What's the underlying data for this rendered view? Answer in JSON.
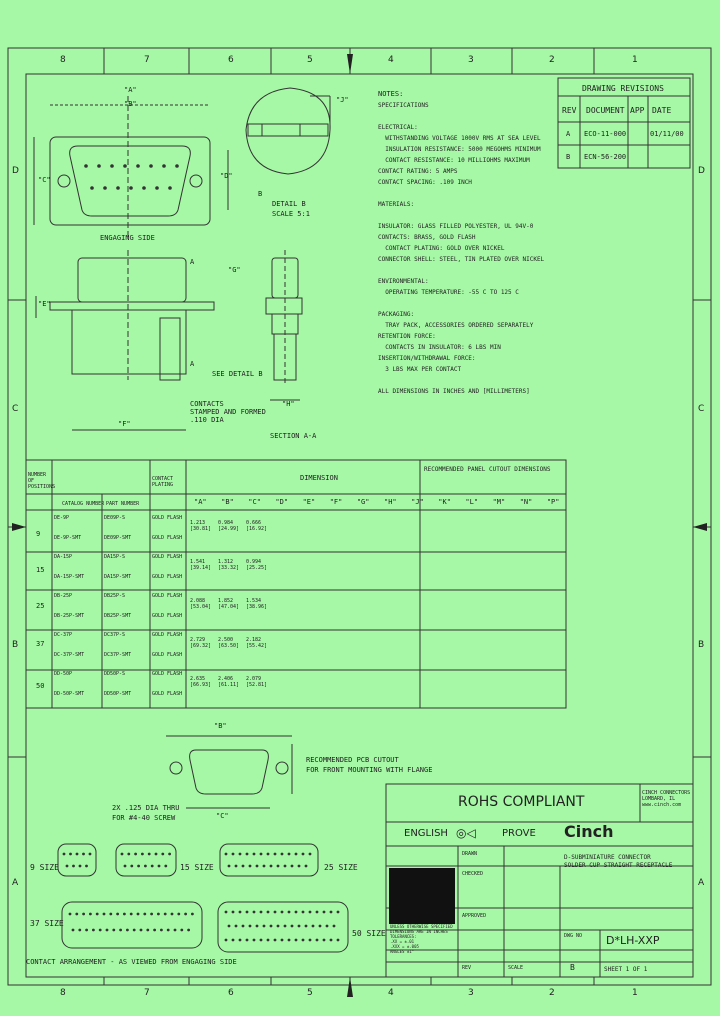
{
  "zones": {
    "columns": [
      "8",
      "7",
      "6",
      "5",
      "4",
      "3",
      "2",
      "1"
    ],
    "rows": [
      "D",
      "C",
      "B",
      "A"
    ]
  },
  "revisions": {
    "title": "DRAWING REVISIONS",
    "headers": [
      "REV",
      "DOCUMENT",
      "APP",
      "DATE"
    ],
    "rows": [
      [
        "A",
        "ECO-11-000",
        "",
        "01/11/00"
      ],
      [
        "B",
        "ECN-56-200",
        "",
        ""
      ]
    ]
  },
  "notes": {
    "title": "NOTES:",
    "lines": [
      "SPECIFICATIONS",
      "",
      "ELECTRICAL:",
      "  WITHSTANDING VOLTAGE 1000V RMS AT SEA LEVEL",
      "  INSULATION RESISTANCE: 5000 MEGOHMS MINIMUM",
      "  CONTACT RESISTANCE: 10 MILLIOHMS MAXIMUM",
      "CONTACT RATING: 5 AMPS",
      "CONTACT SPACING: .109 INCH",
      "",
      "MATERIALS:",
      "",
      "INSULATOR: GLASS FILLED POLYESTER, UL 94V-0",
      "CONTACTS: BRASS, GOLD FLASH",
      "  CONTACT PLATING: GOLD OVER NICKEL",
      "CONNECTOR SHELL: STEEL, TIN PLATED OVER NICKEL",
      "",
      "ENVIRONMENTAL:",
      "  OPERATING TEMPERATURE: -55 C TO 125 C",
      "",
      "PACKAGING:",
      "  TRAY PACK, ACCESSORIES ORDERED SEPARATELY",
      "RETENTION FORCE:",
      "  CONTACTS IN INSULATOR: 6 LBS MIN",
      "INSERTION/WITHDRAWAL FORCE:",
      "  3 LBS MAX PER CONTACT",
      "",
      "ALL DIMENSIONS IN INCHES AND [MILLIMETERS]"
    ]
  },
  "views": {
    "engaging_side": "ENGAGING SIDE",
    "detail_b": "DETAIL B",
    "detail_b_scale": "SCALE 5:1",
    "see_detail_b": "SEE DETAIL B",
    "section_aa": "SECTION A-A",
    "contacts_note": "CONTACTS\nSTAMPED AND FORMED\n.110 DIA",
    "dim_labels": [
      "\"A\"",
      "\"B\"",
      "\"C\"",
      "\"D\"",
      "\"E\"",
      "\"F\"",
      "\"G\"",
      "\"H\"",
      "\"J\""
    ],
    "section_letters": [
      "A",
      "A",
      "B"
    ]
  },
  "table": {
    "head_cols": [
      "NUMBER OF POSITIONS",
      "CATALOG NUMBER",
      "PART NUMBER",
      "CONTACT PLATING",
      "DIMENSION",
      "RECOMMENDED PANEL CUTOUT DIMENSIONS"
    ],
    "dim_headers": [
      "A",
      "B",
      "C",
      "D",
      "E",
      "F",
      "G",
      "H",
      "J",
      "K",
      "L",
      "M",
      "N",
      "P"
    ],
    "positions": [
      "9",
      "15",
      "25",
      "37",
      "50"
    ],
    "rows": [
      [
        "DE-9P",
        "DE09P-S",
        "GOLD FLASH"
      ],
      [
        "DE-9P-SMT",
        "DE09P-SMT",
        "GOLD FLASH"
      ],
      [
        "DA-15P",
        "DA15P-S",
        "GOLD FLASH"
      ],
      [
        "DA-15P-SMT",
        "DA15P-SMT",
        "GOLD FLASH"
      ],
      [
        "DB-25P",
        "DB25P-S",
        "GOLD FLASH"
      ],
      [
        "DB-25P-SMT",
        "DB25P-SMT",
        "GOLD FLASH"
      ],
      [
        "DC-37P",
        "DC37P-S",
        "GOLD FLASH"
      ],
      [
        "DC-37P-SMT",
        "DC37P-SMT",
        "GOLD FLASH"
      ],
      [
        "DD-50P",
        "DD50P-S",
        "GOLD FLASH"
      ],
      [
        "DD-50P-SMT",
        "DD50P-SMT",
        "GOLD FLASH"
      ]
    ],
    "dim_values": [
      [
        "1.213\n[30.81]",
        "0.984\n[24.99]",
        "0.666\n[16.92]"
      ],
      [
        "1.541\n[39.14]",
        "1.312\n[33.32]",
        "0.994\n[25.25]"
      ],
      [
        "2.088\n[53.04]",
        "1.852\n[47.04]",
        "1.534\n[38.96]"
      ],
      [
        "2.729\n[69.32]",
        "2.500\n[63.50]",
        "2.182\n[55.42]"
      ],
      [
        "2.635\n[66.93]",
        "2.406\n[61.11]",
        "2.079\n[52.81]"
      ]
    ]
  },
  "cutout": {
    "label_b": "\"B\"",
    "label_c": "\"C\"",
    "note1": "RECOMMENDED PCB CUTOUT",
    "note2": "FOR FRONT MOUNTING WITH FLANGE",
    "hole_note": "2X .125 DIA THRU",
    "hole_note2": "FOR #4-40 SCREW"
  },
  "contact_arrangement": {
    "sizes": [
      "9 SIZE",
      "15 SIZE",
      "25 SIZE",
      "37 SIZE",
      "50 SIZE"
    ],
    "caption": "CONTACT ARRANGEMENT - AS VIEWED FROM ENGAGING SIDE"
  },
  "title_block": {
    "rohs": "ROHS COMPLIANT",
    "language": "ENGLISH",
    "prove": "PROVE",
    "company": "Cinch",
    "company_info": "CINCH CONNECTORS\nLOMBARD, IL\nwww.cinch.com",
    "title_line1": "D-SUBMINIATURE CONNECTOR",
    "title_line2": "SOLDER CUP STRAIGHT RECEPTACLE",
    "part_number": "D*LH-XXP",
    "drawn": "DRAWN",
    "checked": "CHECKED",
    "approved": "APPROVED",
    "scale": "SCALE",
    "sheet": "SHEET 1 OF 1",
    "size": "B",
    "dwg_no": "DWG NO",
    "rev": "REV",
    "tolerances": "UNLESS OTHERWISE SPECIFIED\nDIMENSIONS ARE IN INCHES\nTOLERANCES:\n.XX = ±.01\n.XXX = ±.005\nANGLES ±1°"
  },
  "colors": {
    "background": "#a6f7a6",
    "line": "#333333",
    "logo_box": "#111111"
  }
}
